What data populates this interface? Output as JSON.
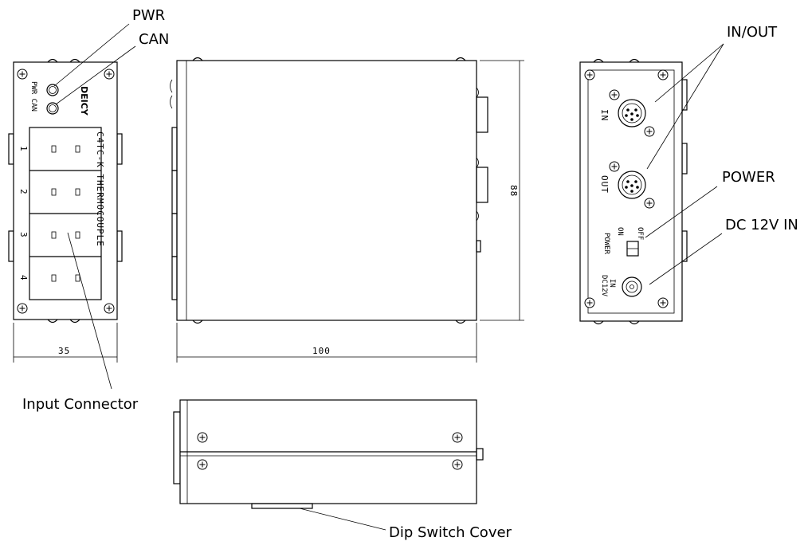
{
  "callouts": {
    "pwr": "PWR",
    "can": "CAN",
    "in_out": "IN/OUT",
    "power": "POWER",
    "dc_in": "DC 12V IN",
    "input_connector": "Input Connector",
    "dip_switch_cover": "Dip Switch Cover"
  },
  "front_panel": {
    "led_label": "PWR CAN",
    "brand": "DEICY",
    "model": "C4TC-K THERMOCOUPLE",
    "channels": [
      "1",
      "2",
      "3",
      "4"
    ]
  },
  "rear_panel": {
    "in_label": "IN",
    "out_label": "OUT",
    "power_label": "POWER",
    "switch_on": "ON",
    "switch_off": "OFF",
    "dc_label_1": "DC12V",
    "dc_label_2": "IN"
  },
  "dimensions": {
    "width": "35",
    "length": "100",
    "height": "88"
  }
}
